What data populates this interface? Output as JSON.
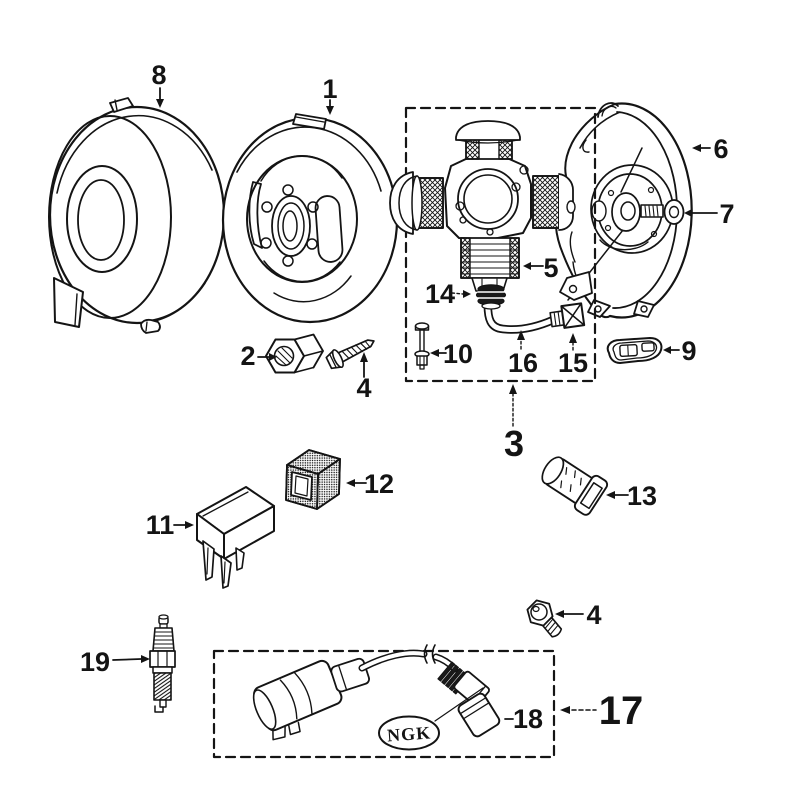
{
  "diagram": {
    "background": "#ffffff",
    "line_color": "#141414",
    "brand_label": "NGK",
    "callouts": {
      "c1": "1",
      "c2": "2",
      "c3": "3",
      "c4_top": "4",
      "c4_bottom": "4",
      "c5": "5",
      "c6": "6",
      "c7": "7",
      "c8": "8",
      "c9": "9",
      "c10": "10",
      "c11": "11",
      "c12": "12",
      "c13": "13",
      "c14": "14",
      "c15": "15",
      "c16": "16",
      "c17": "17",
      "c18": "18",
      "c19": "19"
    }
  }
}
